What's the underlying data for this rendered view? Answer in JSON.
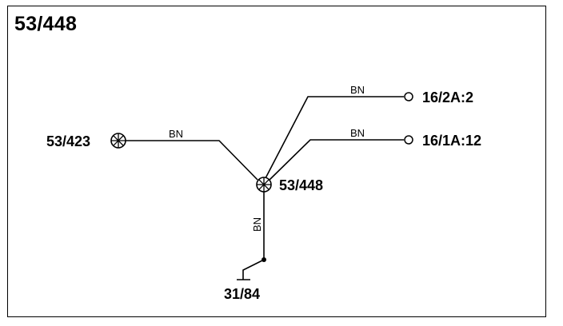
{
  "diagram": {
    "title": "53/448",
    "nodes": {
      "left_connector": "53/423",
      "splice": "53/448",
      "top_right_terminal": "16/2A:2",
      "mid_right_terminal": "16/1A:12",
      "ground": "31/84"
    },
    "wire_colors": {
      "left_wire": "BN",
      "top_right_wire": "BN",
      "mid_right_wire": "BN",
      "ground_wire": "BN"
    }
  }
}
